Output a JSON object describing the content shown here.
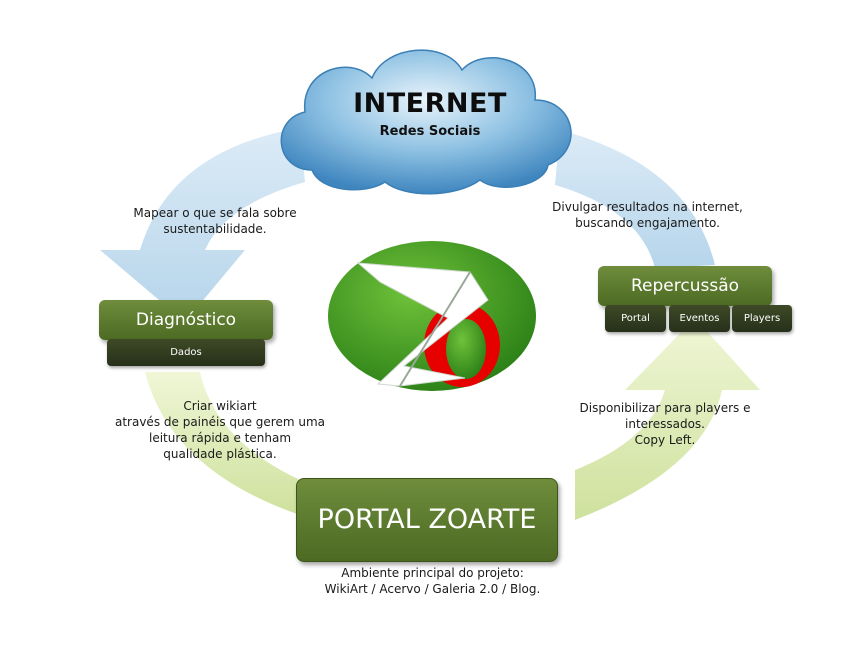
{
  "cloud": {
    "title": "INTERNET",
    "subtitle": "Redes Sociais"
  },
  "notes": {
    "top_left": "Mapear o que se fala sobre\nsustentabilidade.",
    "top_right": "Divulgar resultados na internet,\nbuscando engajamento.",
    "bottom_left": "Criar wikiart\natravés de painéis que gerem uma\nleitura rápida e tenham\nqualidade plástica.",
    "bottom_right": "Disponibilizar para players e\ninteressados.\nCopy Left.",
    "bottom": "Ambiente principal do projeto:\nWikiArt / Acervo / Galeria 2.0 / Blog."
  },
  "diagnostico": {
    "label": "Diagnóstico",
    "sub": "Dados"
  },
  "repercussao": {
    "label": "Repercussão",
    "subs": [
      "Portal",
      "Eventos",
      "Players"
    ]
  },
  "portal": {
    "label": "PORTAL ZOARTE"
  },
  "colors": {
    "box_green": "#5f7c30",
    "dark_box": "#2f3a1f",
    "logo_green": "#3d9a1f",
    "logo_red": "#e60000",
    "arrow_blue": "#bcd9ec",
    "arrow_green": "#dbe9b4"
  },
  "logo": {
    "icon": "zo-logo-icon"
  }
}
